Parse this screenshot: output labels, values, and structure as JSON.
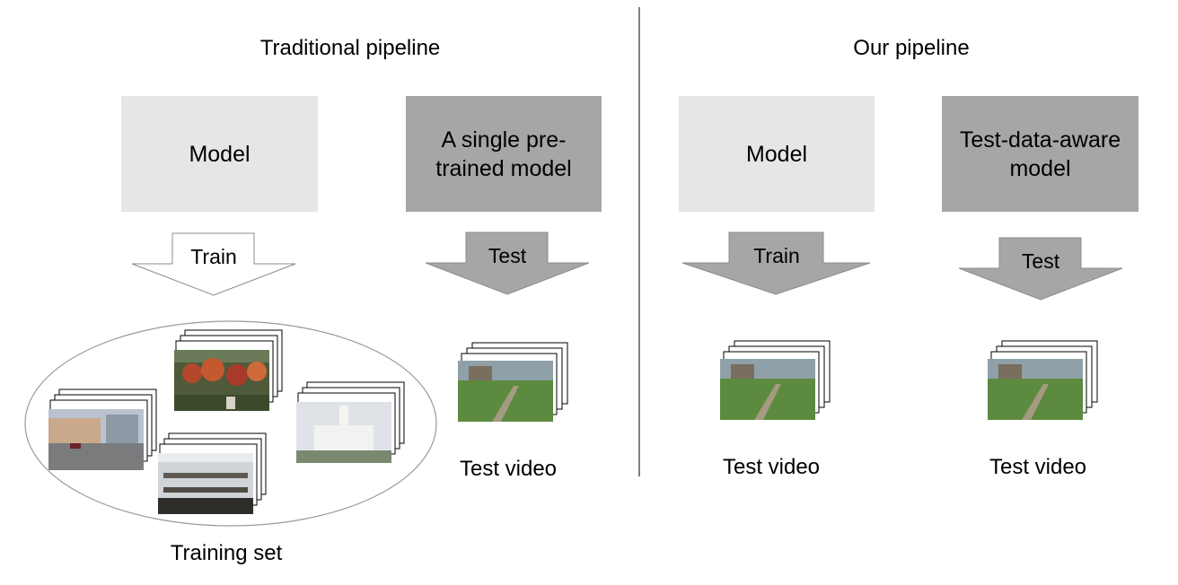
{
  "left": {
    "heading": "Traditional pipeline",
    "model_box": "Model",
    "pretrained_box": "A single pre-\ntrained model",
    "train_arrow": "Train",
    "test_arrow": "Test",
    "training_set_label": "Training set",
    "test_video_label": "Test video"
  },
  "right": {
    "heading": "Our pipeline",
    "model_box": "Model",
    "aware_box": "Test-data-aware\nmodel",
    "train_arrow": "Train",
    "test_arrow": "Test",
    "test_video_label_1": "Test video",
    "test_video_label_2": "Test video"
  },
  "colors": {
    "light_box": "#e6e6e6",
    "dark_box": "#a6a6a6",
    "divider": "#7f7f7f",
    "arrow_fill": "#a6a6a6"
  }
}
